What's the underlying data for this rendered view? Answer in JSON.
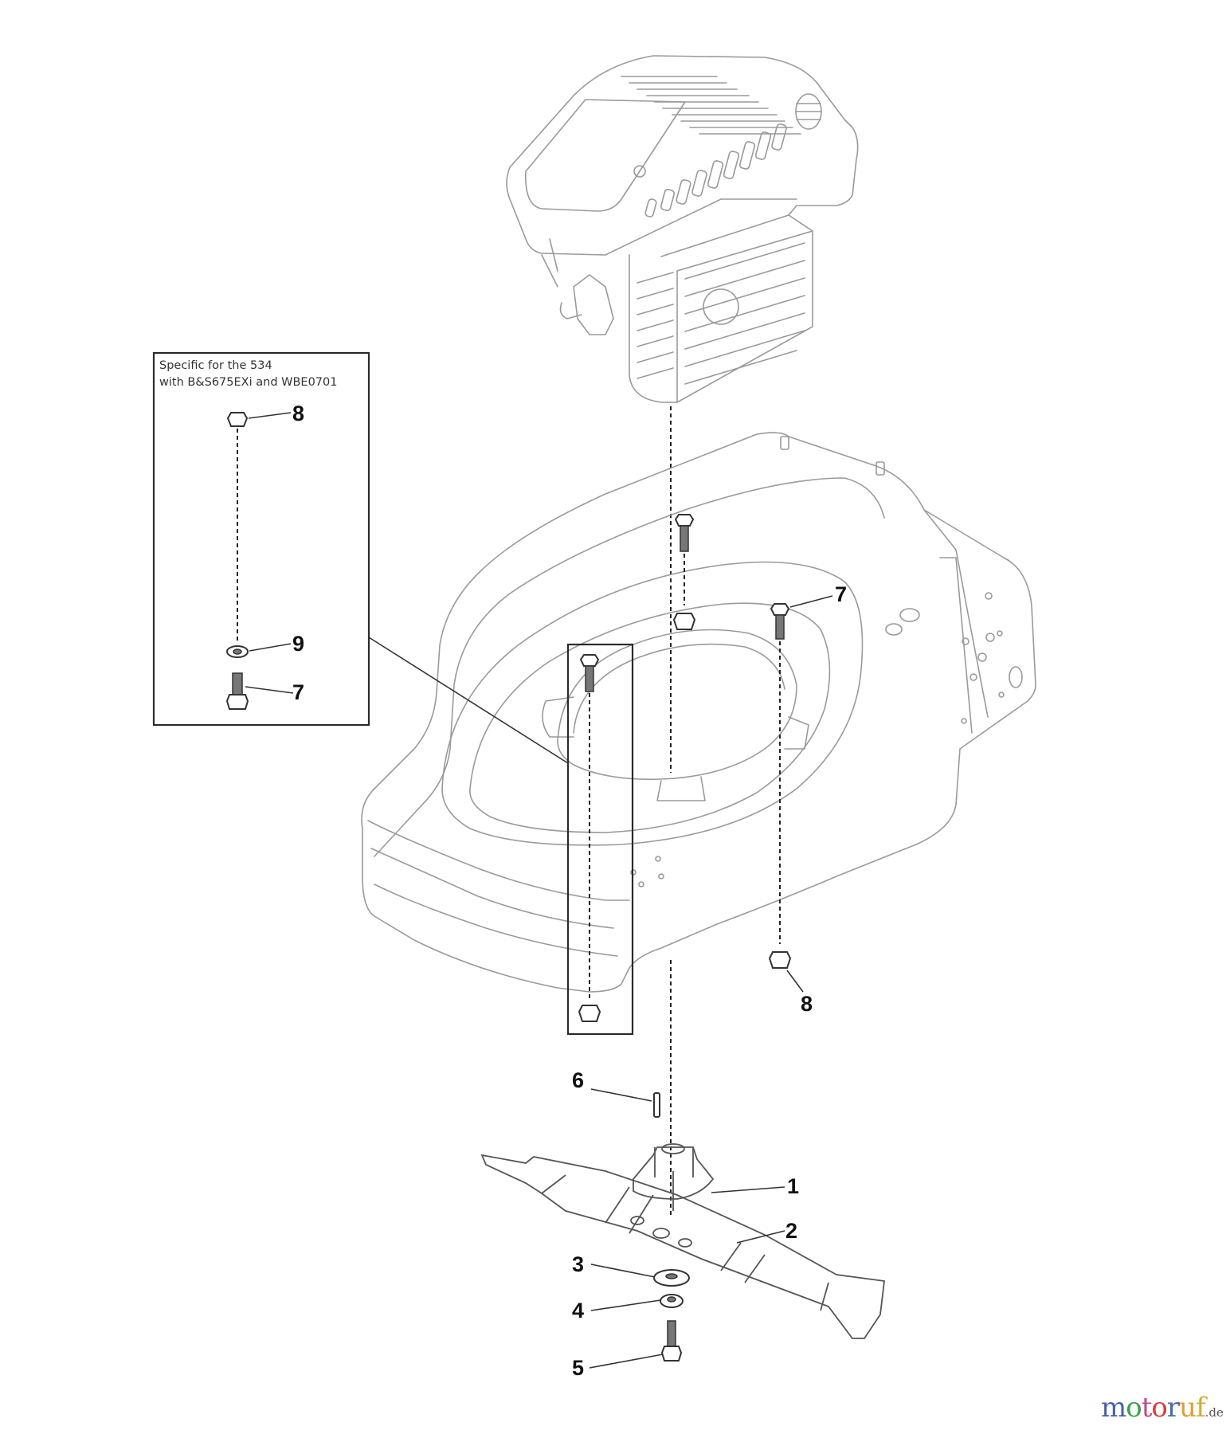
{
  "diagram": {
    "title": "Lawn mower deck, engine mounting and blade assembly exploded parts diagram",
    "inset": {
      "caption_line1": "Specific for the 534",
      "caption_line2": "with B&S675EXi and WBE0701",
      "callouts": [
        "8",
        "9",
        "7"
      ]
    },
    "main_callouts": {
      "bolt_right": "7",
      "nut_right": "8",
      "key": "6",
      "blade_adapter": "1",
      "blade": "2",
      "washer_large": "3",
      "washer_small": "4",
      "blade_bolt": "5"
    },
    "parts": [
      {
        "number": "1",
        "name": "blade adapter"
      },
      {
        "number": "2",
        "name": "blade"
      },
      {
        "number": "3",
        "name": "washer"
      },
      {
        "number": "4",
        "name": "lock washer"
      },
      {
        "number": "5",
        "name": "blade bolt"
      },
      {
        "number": "6",
        "name": "key"
      },
      {
        "number": "7",
        "name": "engine mounting bolt"
      },
      {
        "number": "8",
        "name": "nut"
      },
      {
        "number": "9",
        "name": "washer"
      }
    ],
    "components": [
      "engine",
      "mower deck",
      "blade assembly"
    ]
  },
  "watermark": {
    "letters": [
      {
        "char": "m",
        "color": "#4a5fa8"
      },
      {
        "char": "o",
        "color": "#3aa04a"
      },
      {
        "char": "t",
        "color": "#c04a90"
      },
      {
        "char": "o",
        "color": "#d04040"
      },
      {
        "char": "r",
        "color": "#4a6ab0"
      },
      {
        "char": "u",
        "color": "#e0a030"
      },
      {
        "char": "f",
        "color": "#d0b030"
      }
    ],
    "tld": ".de"
  }
}
